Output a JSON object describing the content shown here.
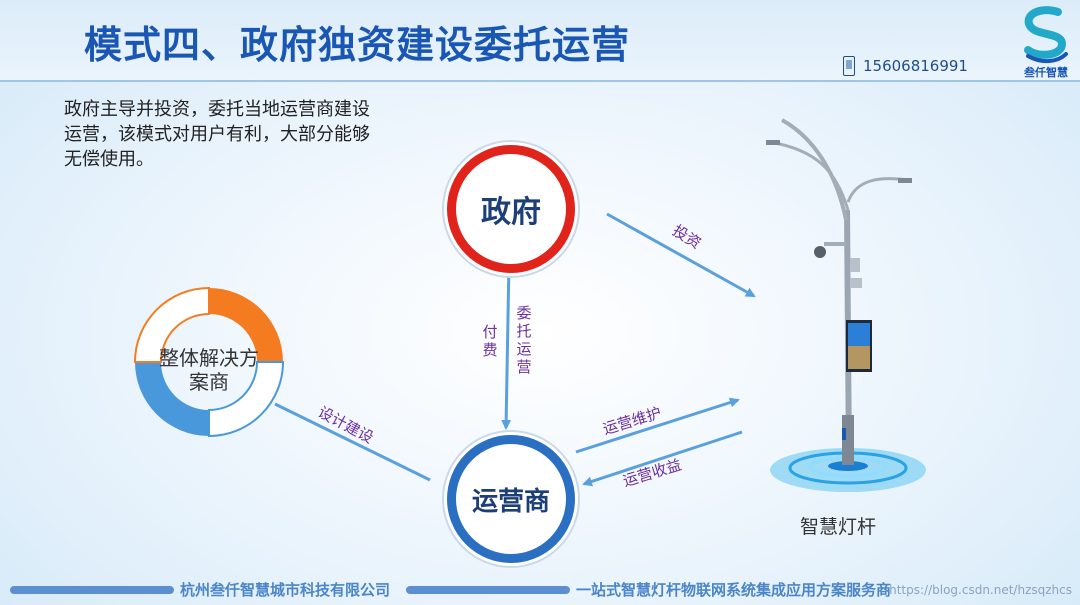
{
  "header": {
    "title": "模式四、政府独资建设委托运营",
    "phone": "15606816991",
    "logo_text": "叁仟智慧"
  },
  "description": "政府主导并投资，委托当地运营商建设运营，该模式对用户有利，大部分能够无偿使用。",
  "nodes": {
    "government": "政府",
    "operator": "运营商",
    "solution_provider": "整体解决方案商",
    "smart_pole": "智慧灯杆"
  },
  "edges": {
    "invest": "投资",
    "pay": "付费",
    "entrust": "委托运营",
    "design_build": "设计建设",
    "maintenance": "运营维护",
    "revenue": "运营收益"
  },
  "footer": {
    "company": "杭州叁仟智慧城市科技有限公司",
    "slogan": "一站式智慧灯杆物联网系统集成应用方案服务商",
    "url": "https://blog.csdn.net/hzsqzhcs"
  },
  "colors": {
    "title": "#1a56b3",
    "government_ring": "#e0231b",
    "operator_ring": "#2a6fc2",
    "ring_orange": "#f47b20",
    "ring_blue": "#4a98dc",
    "arrow": "#5aa0dd",
    "edge_label": "#6b2fa0"
  }
}
